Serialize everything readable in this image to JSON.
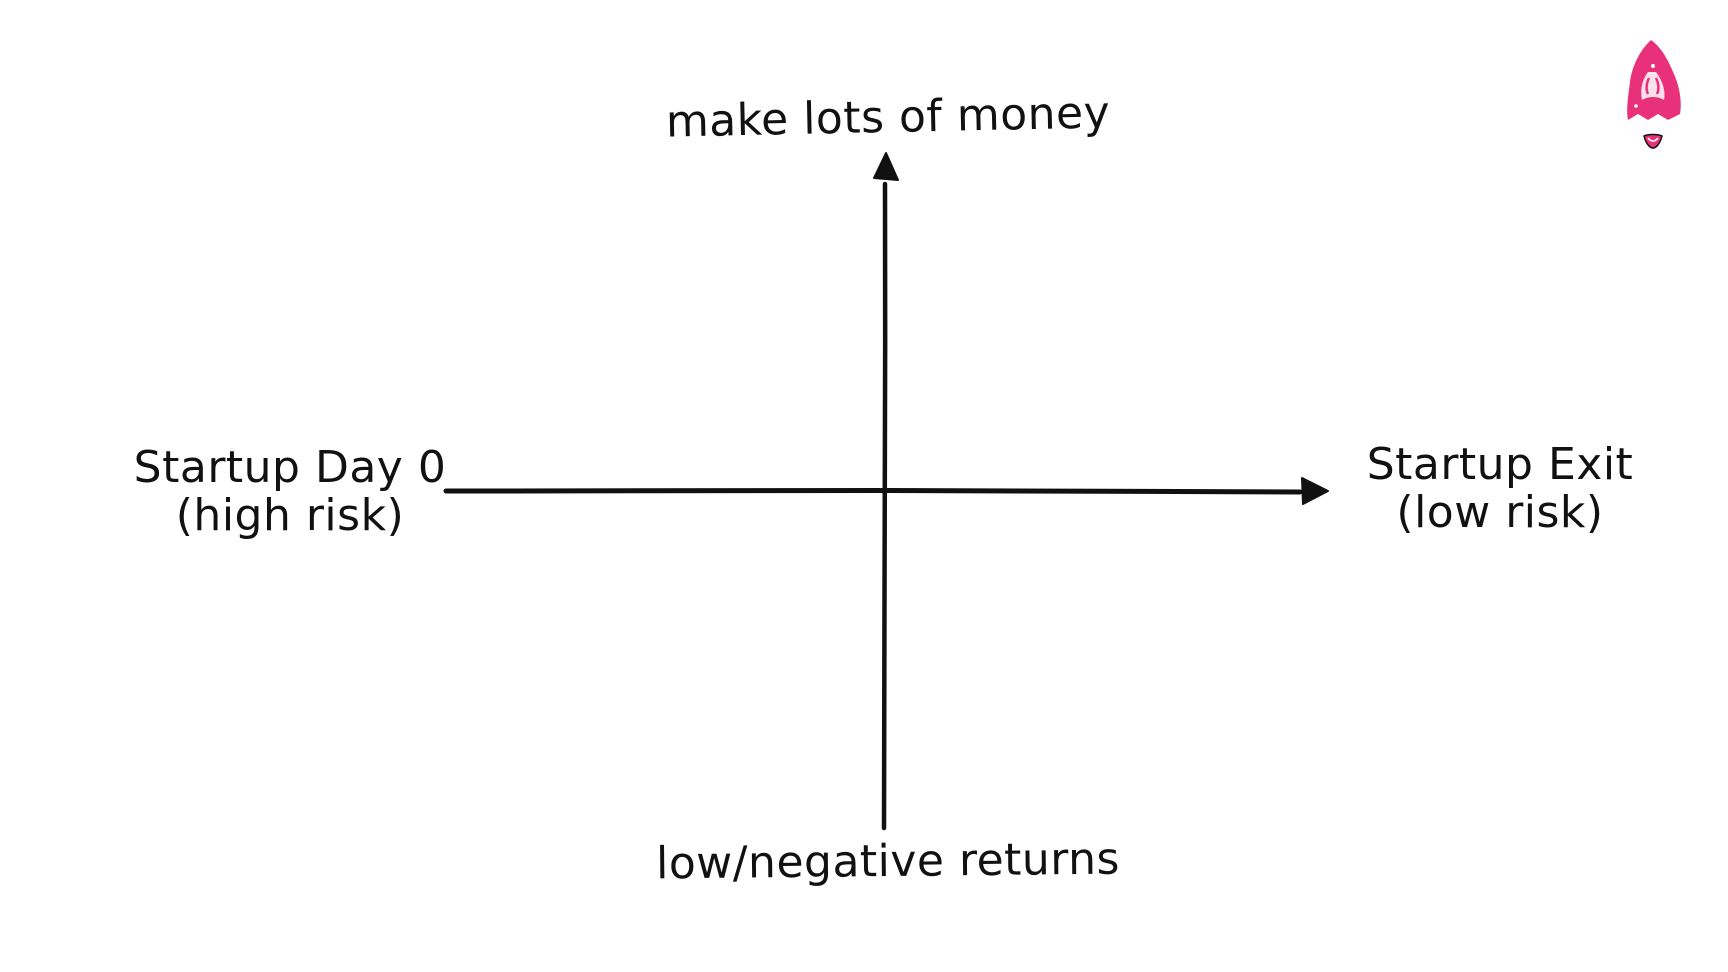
{
  "diagram": {
    "axis_color": "#111111",
    "logo_color": "#e8317a",
    "axes": {
      "y_top_label": "make lots of money",
      "y_bottom_label": "low/negative returns",
      "x_left_label_line1": "Startup Day 0",
      "x_left_label_line2": "(high risk)",
      "x_right_label_line1": "Startup Exit",
      "x_right_label_line2": "(low risk)"
    },
    "icons": {
      "logo": "pink-hooded-figure-logo"
    }
  }
}
